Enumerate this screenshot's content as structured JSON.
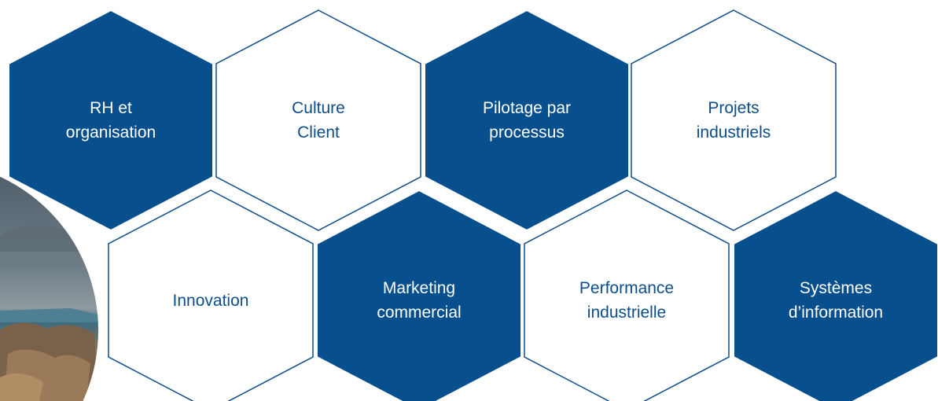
{
  "colors": {
    "filled_hex": "#074f8d",
    "outline_stroke": "#0d4e8a",
    "outline_fill": "#ffffff",
    "outline_text": "#0d4e8a",
    "filled_text": "#ffffff"
  },
  "hexagons": [
    {
      "id": "rh-organisation",
      "label": "RH et\norganisation",
      "style": "filled"
    },
    {
      "id": "culture-client",
      "label": "Culture\nClient",
      "style": "outline"
    },
    {
      "id": "pilotage-processus",
      "label": "Pilotage par\nprocessus",
      "style": "filled"
    },
    {
      "id": "projets-industriels",
      "label": "Projets\nindustriels",
      "style": "outline"
    },
    {
      "id": "innovation",
      "label": "Innovation",
      "style": "outline"
    },
    {
      "id": "marketing-commercial",
      "label": "Marketing\ncommercial",
      "style": "filled"
    },
    {
      "id": "performance-industrielle",
      "label": "Performance\nindustrielle",
      "style": "outline"
    },
    {
      "id": "systemes-information",
      "label": "Systèmes\nd’information",
      "style": "filled"
    }
  ]
}
